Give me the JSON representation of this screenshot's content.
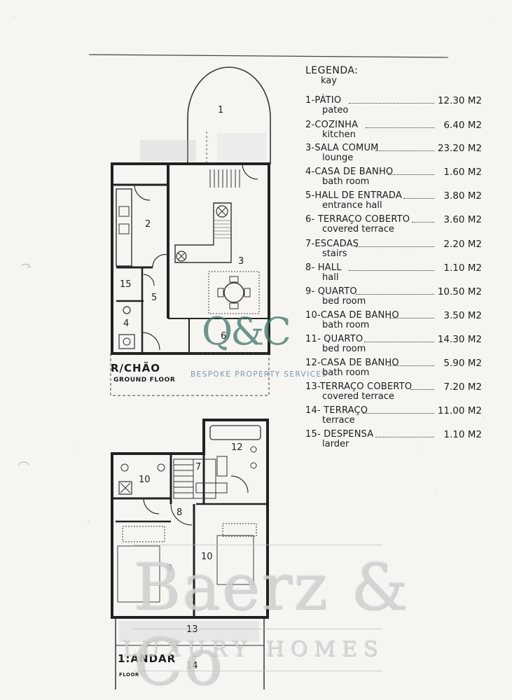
{
  "legend": {
    "title": "LEGENDA:",
    "subtitle": "kay",
    "items": [
      {
        "main": "1-PÁTIO",
        "sub": "pateo",
        "area": "12.30 M2"
      },
      {
        "main": "2-COZINHA",
        "sub": "kitchen",
        "area": "6.40 M2"
      },
      {
        "main": "3-SALA COMUM",
        "sub": "lounge",
        "area": "23.20 M2"
      },
      {
        "main": "4-CASA DE BANHO",
        "sub": "bath room",
        "area": "1.60 M2"
      },
      {
        "main": "5-HALL DE ENTRADA",
        "sub": "entrance hall",
        "area": "3.80 M2"
      },
      {
        "main": "6- TERRAÇO COBERTO",
        "sub": "covered terrace",
        "area": "3.60 M2"
      },
      {
        "main": "7-ESCADAS",
        "sub": "stairs",
        "area": "2.20 M2"
      },
      {
        "main": "8- HALL",
        "sub": "hall",
        "area": "1.10 M2"
      },
      {
        "main": "9- QUARTO",
        "sub": "bed room",
        "area": "10.50 M2"
      },
      {
        "main": "10-CASA DE BANHO",
        "sub": "bath room",
        "area": "3.50 M2"
      },
      {
        "main": "11- QUARTO",
        "sub": "bed room",
        "area": "14.30 M2"
      },
      {
        "main": "12-CASA DE BANHO",
        "sub": "bath room",
        "area": "5.90 M2"
      },
      {
        "main": "13-TERRAÇO COBERTO",
        "sub": "covered terrace",
        "area": "7.20 M2"
      },
      {
        "main": "14- TERRAÇO",
        "sub": "terrace",
        "area": "11.00 M2"
      },
      {
        "main": "15- DESPENSA",
        "sub": "larder",
        "area": "1.10 M2"
      }
    ]
  },
  "ground_floor": {
    "label": "R/CHÃO",
    "sublabel": "GROUND FLOOR",
    "rooms": [
      "1",
      "2",
      "3",
      "15",
      "5",
      "4",
      "6"
    ]
  },
  "first_floor": {
    "label": "1:ANDAR",
    "sublabel": "FLOOR",
    "rooms": [
      "12",
      "7",
      "10",
      "8",
      "9",
      "10",
      "13",
      "14"
    ]
  },
  "watermarks": {
    "qc": "Q&C",
    "qc_tagline": "BESPOKE PROPERTY SERVICES",
    "baerz": "Baerz & Co",
    "baerz_tagline": "LUXURY HOMES"
  }
}
